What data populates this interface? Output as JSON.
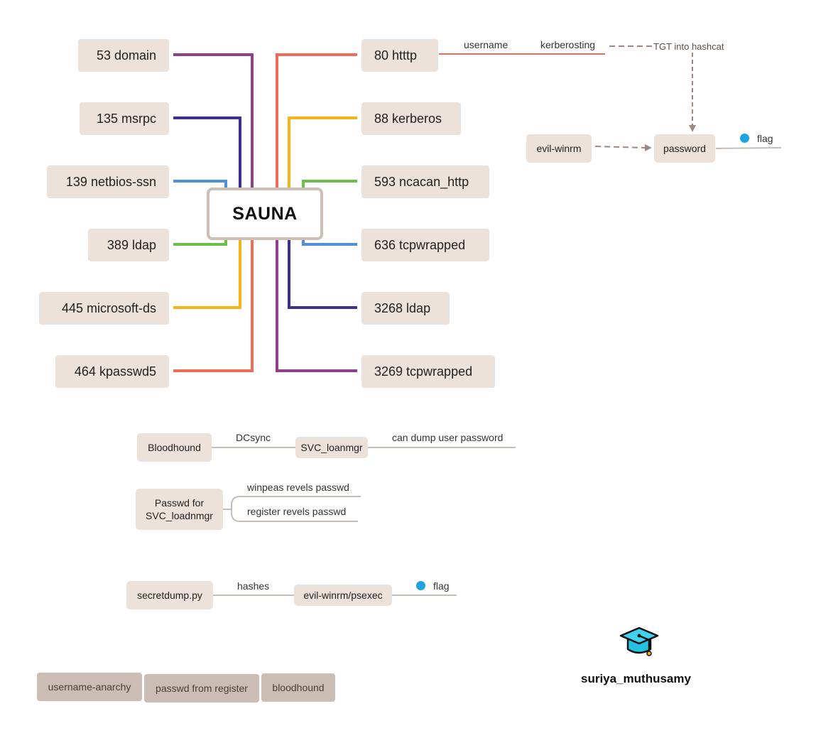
{
  "center": "SAUNA",
  "left_ports": [
    "53 domain",
    "135 msrpc",
    "139 netbios-ssn",
    "389 ldap",
    "445 microsoft-ds",
    "464 kpasswd5"
  ],
  "right_ports": [
    "80 htttp",
    "88 kerberos",
    "593 ncacan_http",
    "636 tcpwrapped",
    "3268 ldap",
    "3269 tcpwrapped"
  ],
  "colors": {
    "purple": "#8e3f8e",
    "navy": "#3f2d8f",
    "blue": "#4f8fdc",
    "green": "#6cc04a",
    "yellow": "#f5b41a",
    "coral": "#f26b57",
    "node_bg": "#ece2d9",
    "line_gray": "#c6bdb7",
    "dash": "#9a8a82",
    "dot": "#1ea2e0"
  },
  "http_branch": {
    "label1": "username",
    "label2": "kerberosting",
    "result": "TGT into hashcat"
  },
  "password_node": "password",
  "evil_winrm_node": "evil-winrm",
  "flag_label": "flag",
  "bloodhound_row": {
    "node1": "Bloodhound",
    "edge1": "DCsync",
    "node2": "SVC_loanmgr",
    "edge2": "can dump user password"
  },
  "passwd_row": {
    "line1": "Passwd for",
    "line2": "SVC_loadnmgr",
    "branch1": "winpeas revels passwd",
    "branch2": "register revels passwd"
  },
  "secretdump_row": {
    "node1": "secretdump.py",
    "edge1": "hashes",
    "node2": "evil-winrm/psexec",
    "flag": "flag"
  },
  "tags": [
    "username-anarchy",
    "passwd from register",
    "bloodhound"
  ],
  "author": "suriya_muthusamy",
  "icons": {
    "author": "graduation-cap-icon"
  }
}
